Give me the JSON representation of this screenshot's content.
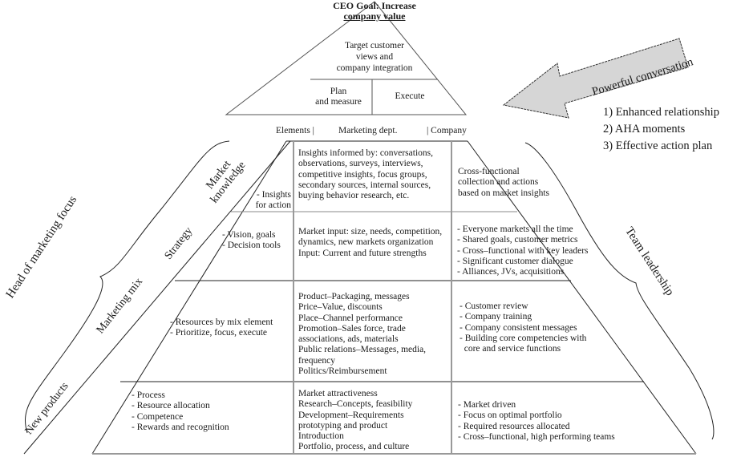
{
  "top_pyramid": {
    "goal_line1": "CEO Goal: Increase",
    "goal_line2": "company value",
    "middle": [
      "Target customer",
      "views and",
      "company integration"
    ],
    "left_bottom": [
      "Plan",
      "and measure"
    ],
    "right_bottom": "Execute"
  },
  "column_headers": {
    "elements": "Elements  |",
    "marketing": "Marketing dept.",
    "company": "| Company"
  },
  "arrow": {
    "label": "Powerful conversation",
    "fill_color": "#d6d6d6",
    "outcomes": [
      "1) Enhanced relationship",
      "2) AHA moments",
      "3) Effective action plan"
    ]
  },
  "side_labels": {
    "left_brace": "Head of marketing focus",
    "right_brace": "Team leadership"
  },
  "rows": [
    {
      "element_label": [
        "Market",
        "knowledge"
      ],
      "element_items": [
        "- Insights",
        "for action"
      ],
      "marketing": [
        "Insights informed by: conversations,",
        "observations, surveys, interviews,",
        "competitive insights, focus groups,",
        "secondary sources, internal sources,",
        "buying behavior research, etc."
      ],
      "company": [
        "Cross-functional",
        "collection and actions",
        "based on market insights"
      ]
    },
    {
      "element_label": [
        "Strategy"
      ],
      "element_items": [
        "- Vision, goals",
        "- Decision tools"
      ],
      "marketing": [
        "Market input: size, needs, competition,",
        "dynamics, new markets organization",
        "Input: Current and future strengths"
      ],
      "company": [
        "- Everyone markets all the time",
        "- Shared goals, customer metrics",
        "- Cross–functional with key leaders",
        "- Significant customer dialogue",
        "- Alliances, JVs, acquisitions"
      ]
    },
    {
      "element_label": [
        "Marketing mix"
      ],
      "element_items": [
        "- Resources by mix element",
        "- Prioritize, focus, execute"
      ],
      "marketing": [
        "Product–Packaging, messages",
        "Price–Value, discounts",
        "Place–Channel performance",
        "Promotion–Sales force, trade",
        "associations, ads, materials",
        "Public relations–Messages, media,",
        "frequency",
        "Politics/Reimbursement"
      ],
      "company": [
        "- Customer review",
        "- Company training",
        "- Company consistent messages",
        "- Building core competencies with",
        "  core and service functions"
      ]
    },
    {
      "element_label": [
        "New products"
      ],
      "element_items": [
        "- Process",
        "- Resource allocation",
        "- Competence",
        "- Rewards and recognition"
      ],
      "marketing": [
        "Market attractiveness",
        "Research–Concepts, feasibility",
        "Development–Requirements",
        "prototyping and product",
        "Introduction",
        "Portfolio, process, and culture"
      ],
      "company": [
        "- Market driven",
        "- Focus on optimal portfolio",
        "- Required resources allocated",
        "- Cross–functional, high performing teams"
      ]
    }
  ]
}
